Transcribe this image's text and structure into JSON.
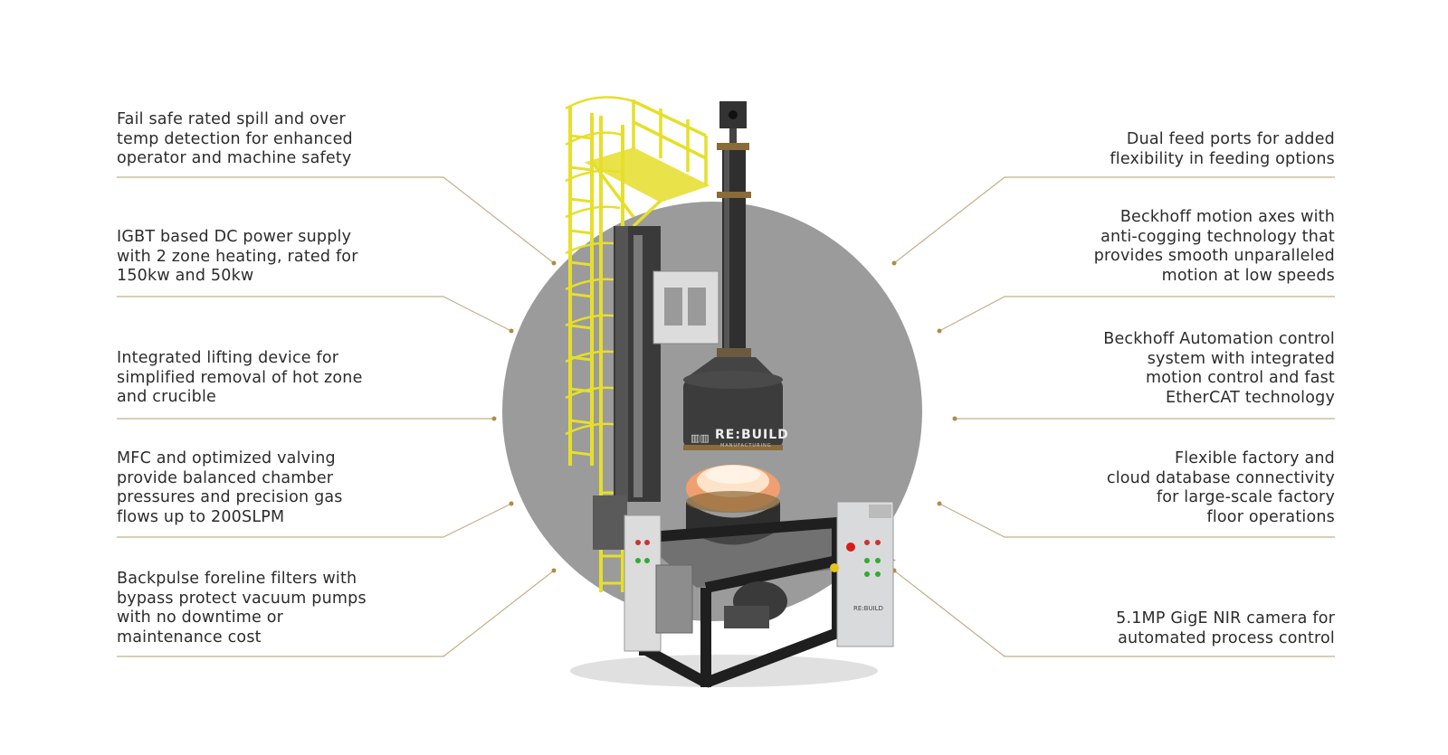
{
  "left_callouts": [
    {
      "id": "spill-detection",
      "lines": [
        "Fail safe rated spill and over",
        "temp detection for enhanced",
        "operator and machine safety"
      ]
    },
    {
      "id": "power-supply",
      "lines": [
        "IGBT based DC power supply",
        "with 2 zone heating, rated for",
        "150kw and 50kw"
      ]
    },
    {
      "id": "lifting-device",
      "lines": [
        "Integrated lifting device for",
        "simplified removal of hot zone",
        "and crucible"
      ]
    },
    {
      "id": "mfc-valving",
      "lines": [
        "MFC and optimized valving",
        "provide balanced chamber",
        "pressures and precision gas",
        "flows up to 200SLPM"
      ]
    },
    {
      "id": "backpulse-filters",
      "lines": [
        "Backpulse foreline filters with",
        "bypass protect vacuum pumps",
        "with no downtime or",
        "maintenance cost"
      ]
    }
  ],
  "right_callouts": [
    {
      "id": "dual-feed",
      "lines": [
        "Dual feed ports for added",
        "flexibility in feeding options"
      ]
    },
    {
      "id": "beckhoff-motion",
      "lines": [
        "Beckhoff motion axes with",
        "anti-cogging technology that",
        "provides smooth unparalleled",
        "motion at low speeds"
      ]
    },
    {
      "id": "beckhoff-control",
      "lines": [
        "Beckhoff Automation control",
        "system with integrated",
        "motion control and fast",
        "EtherCAT technology"
      ]
    },
    {
      "id": "factory-connectivity",
      "lines": [
        "Flexible factory and",
        "cloud database connectivity",
        "for large-scale factory",
        "floor operations"
      ]
    },
    {
      "id": "nir-camera",
      "lines": [
        "5.1MP GigE NIR camera for",
        "automated process control"
      ]
    }
  ],
  "machine_branding": {
    "logo": "RE:BUILD",
    "sub": "MANUFACTURING",
    "cabinet_logo": "RE:BUILD"
  },
  "colors": {
    "leader_line": "#c2b089",
    "leader_dot": "#b08a4a",
    "backdrop_circle": "#9b9b9b",
    "ladder": "#e6df2a",
    "frame": "#2a2a2a",
    "cabinet": "#d9dadb",
    "glow": "#f0a070"
  }
}
